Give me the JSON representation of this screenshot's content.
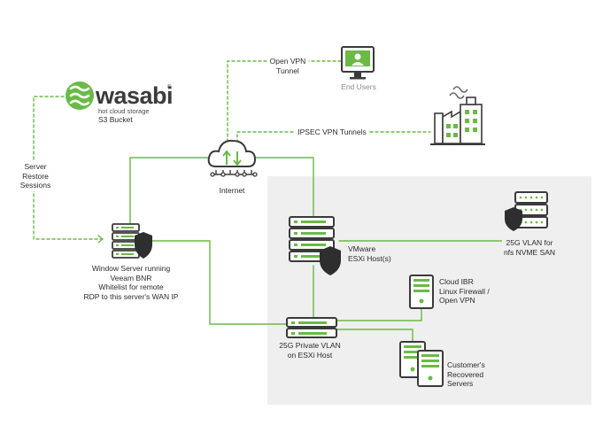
{
  "colors": {
    "green": "#6aba45",
    "dark": "#3a3a3a",
    "region": "#efefef"
  },
  "logo": {
    "wordmark": "wasabi",
    "tagline": "hot cloud storage",
    "registered": "®",
    "caption": "S3 Bucket"
  },
  "labels": {
    "server_restore": [
      "Server",
      "Restore",
      "Sessions"
    ],
    "vpn_tunnel": [
      "Open VPN",
      "Tunnel"
    ],
    "end_users": "End Users",
    "ipsec": "IPSEC VPN Tunnels",
    "internet": "Internet",
    "window_server": [
      "Window Server running",
      "Veeam BNR",
      "Whitelist for remote",
      "RDP to this server's WAN IP"
    ],
    "vmware": [
      "VMware",
      "ESXi Host(s)"
    ],
    "vlan_nfs": [
      "25G VLAN for",
      "nfs NVME SAN"
    ],
    "cloud_ibr": [
      "Cloud IBR",
      "Linux Firewall /",
      "Open VPN"
    ],
    "private_vlan": [
      "25G Private VLAN",
      "on ESXi Host"
    ],
    "recovered": [
      "Customer's",
      "Recovered",
      "Servers"
    ]
  },
  "icons": [
    "wasabi-logo-icon",
    "monitor-user-icon",
    "factory-icon",
    "cloud-internet-icon",
    "server-shield-icon",
    "server-stack-shield-icon",
    "storage-shield-icon",
    "firewall-tower-icon",
    "switch-icon",
    "recovered-servers-icon"
  ]
}
